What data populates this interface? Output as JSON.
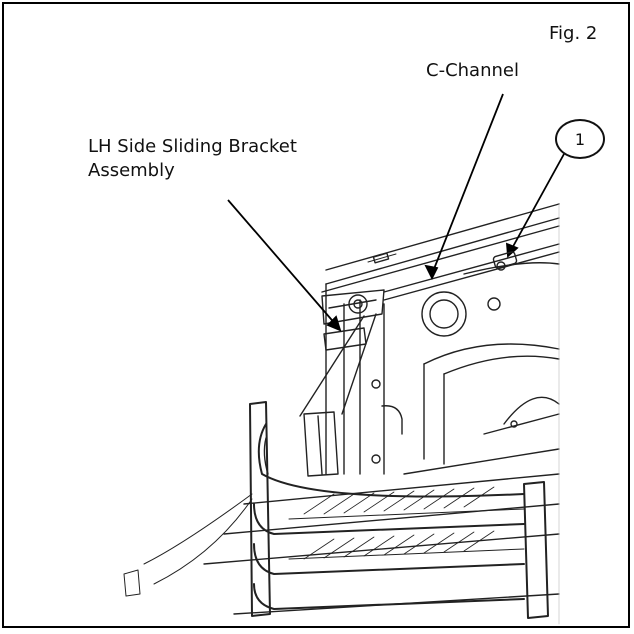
{
  "figure": {
    "fig_label": "Fig. 2",
    "labels": {
      "c_channel": "C-Channel",
      "lh_bracket_line1": "LH Side Sliding Bracket",
      "lh_bracket_line2": "Assembly"
    },
    "callout_number": "1"
  }
}
